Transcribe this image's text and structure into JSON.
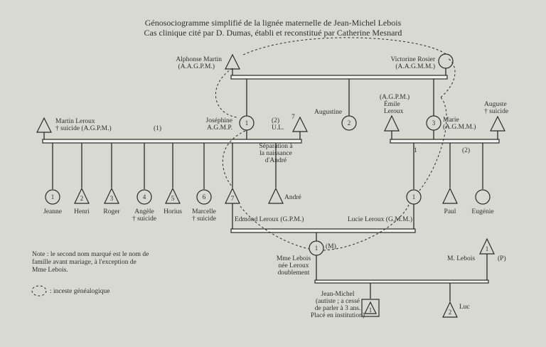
{
  "title": "Génosociogramme simplifié de la lignée maternelle de Jean-Michel Lebois",
  "subtitle": "Cas clinique cité par D. Dumas, établi et reconstitué par Catherine Mesnard",
  "persons": {
    "alphonse": {
      "l1": "Alphonse Martin",
      "l2": "(A.A.G.P.M.)"
    },
    "victorine": {
      "l1": "Victorine Rosier",
      "l2": "(A.A.G.M.M.)"
    },
    "martin": {
      "l1": "Martin Leroux",
      "l2": "† suicide (A.G.P.M.)"
    },
    "josephine": {
      "l1": "Joséphine",
      "l2": "A.G.M.P.",
      "num": "1"
    },
    "ul": {
      "label": "(2)",
      "l2": "U.L.",
      "num": "7"
    },
    "separation": {
      "l1": "Séparation à",
      "l2": "la naissance",
      "l3": "d'André"
    },
    "augustine": {
      "name": "Augustine",
      "num": "2"
    },
    "emile": {
      "l1": "(A.G.P.M.)",
      "l2": "Émile",
      "l3": "Leroux"
    },
    "marie": {
      "l1": "Marie",
      "l2": "(A.G.M.M.)",
      "num": "3"
    },
    "auguste": {
      "l1": "Auguste",
      "l2": "† suicide"
    },
    "union1": "(1)",
    "union_marie1": "1",
    "union_marie2": "(2)",
    "jeanne": {
      "name": "Jeanne",
      "num": "1"
    },
    "henri": {
      "name": "Henri",
      "num": "2"
    },
    "roger": {
      "name": "Roger",
      "num": "3"
    },
    "angele": {
      "l1": "Angèle",
      "l2": "† suicide",
      "num": "4"
    },
    "horius": {
      "name": "Horius",
      "num": "5"
    },
    "marcelle": {
      "l1": "Marcelle",
      "l2": "† suicide",
      "num": "6"
    },
    "edmond": {
      "name": "Edmond Leroux (G.P.M.)",
      "num": "7"
    },
    "andre": {
      "name": "André"
    },
    "lucie": {
      "name": "Lucie Leroux (G.M.M.)",
      "num": "1"
    },
    "paul": {
      "name": "Paul"
    },
    "eugenie": {
      "name": "Eugénie"
    },
    "mme": {
      "l1": "Mme Lebois",
      "l2": "née Leroux",
      "l3": "doublement",
      "num": "1",
      "tag": "(M)"
    },
    "mlebois": {
      "name": "M. Lebois",
      "num": "1",
      "tag": "(P)"
    },
    "jm": {
      "l1": "Jean-Michel",
      "l2": "(autiste ; a cessé",
      "l3": "de parler à 3 ans.",
      "l4": "Placé en institution)",
      "num": "1"
    },
    "luc": {
      "name": "Luc",
      "num": "2"
    }
  },
  "note": {
    "l1": "Note : le second nom marqué est le nom de",
    "l2": "famille avant mariage, à l'exception de",
    "l3": "Mme Lebois."
  },
  "legend": {
    "inceste": ": inceste généalogique"
  }
}
